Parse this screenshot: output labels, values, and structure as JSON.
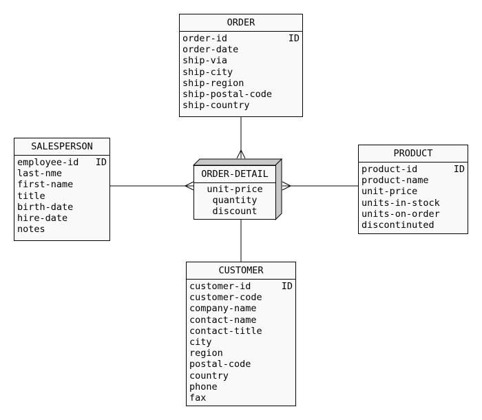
{
  "entities": {
    "order": {
      "name": "ORDER",
      "attributes": [
        {
          "name": "order-id",
          "key": "ID"
        },
        {
          "name": "order-date",
          "key": ""
        },
        {
          "name": "ship-via",
          "key": ""
        },
        {
          "name": "ship-city",
          "key": ""
        },
        {
          "name": "ship-region",
          "key": ""
        },
        {
          "name": "ship-postal-code",
          "key": ""
        },
        {
          "name": "ship-country",
          "key": ""
        }
      ]
    },
    "salesperson": {
      "name": "SALESPERSON",
      "attributes": [
        {
          "name": "employee-id",
          "key": "ID"
        },
        {
          "name": "last-nme",
          "key": ""
        },
        {
          "name": "first-name",
          "key": ""
        },
        {
          "name": "title",
          "key": ""
        },
        {
          "name": "birth-date",
          "key": ""
        },
        {
          "name": "hire-date",
          "key": ""
        },
        {
          "name": "notes",
          "key": ""
        }
      ]
    },
    "product": {
      "name": "PRODUCT",
      "attributes": [
        {
          "name": "product-id",
          "key": "ID"
        },
        {
          "name": "product-name",
          "key": ""
        },
        {
          "name": "unit-price",
          "key": ""
        },
        {
          "name": "units-in-stock",
          "key": ""
        },
        {
          "name": "units-on-order",
          "key": ""
        },
        {
          "name": "discontinuted",
          "key": ""
        }
      ]
    },
    "customer": {
      "name": "CUSTOMER",
      "attributes": [
        {
          "name": "customer-id",
          "key": "ID"
        },
        {
          "name": "customer-code",
          "key": ""
        },
        {
          "name": "company-name",
          "key": ""
        },
        {
          "name": "contact-name",
          "key": ""
        },
        {
          "name": "contact-title",
          "key": ""
        },
        {
          "name": "city",
          "key": ""
        },
        {
          "name": "region",
          "key": ""
        },
        {
          "name": "postal-code",
          "key": ""
        },
        {
          "name": "country",
          "key": ""
        },
        {
          "name": "phone",
          "key": ""
        },
        {
          "name": "fax",
          "key": ""
        }
      ]
    },
    "order_detail": {
      "name": "ORDER-DETAIL",
      "attributes": [
        "unit-price",
        "quantity",
        "discount"
      ]
    }
  },
  "colors": {
    "entity_fill": "#f9f9f9",
    "shadow_fill": "#c8c8c8",
    "line": "#000000"
  }
}
